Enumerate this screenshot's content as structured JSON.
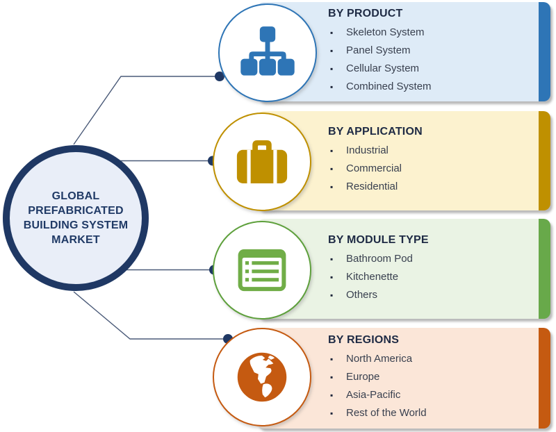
{
  "hub": {
    "title": "GLOBAL PREFABRICATED BUILDING SYSTEM MARKET",
    "lines": [
      "GLOBAL",
      "PREFABRICATED",
      "BUILDING SYSTEM",
      "MARKET"
    ],
    "fill_color": "#E9EEF8",
    "border_color": "#1F3864",
    "text_color": "#203A66"
  },
  "connector": {
    "line_color": "#4A5A78",
    "dot_color": "#1F3864"
  },
  "categories": [
    {
      "label": "BY PRODUCT",
      "icon": "sitemap-icon",
      "items": [
        "Skeleton System",
        "Panel System",
        "Cellular System",
        "Combined System"
      ],
      "colors": {
        "bg": "#DEEBF7",
        "bar": "#2E75B6",
        "icon": "#2E75B6"
      }
    },
    {
      "label": "BY APPLICATION",
      "icon": "briefcase-icon",
      "items": [
        "Industrial",
        "Commercial",
        "Residential"
      ],
      "colors": {
        "bg": "#FCF2CF",
        "bar": "#BF9000",
        "icon": "#BF9000"
      }
    },
    {
      "label": "BY MODULE TYPE",
      "icon": "list-icon",
      "items": [
        "Bathroom Pod",
        "Kitchenette",
        "Others"
      ],
      "colors": {
        "bg": "#EAF3E4",
        "bar": "#68A94A",
        "icon": "#70AD47"
      }
    },
    {
      "label": "BY REGIONS",
      "icon": "globe-americas-icon",
      "items": [
        "North America",
        "Europe",
        "Asia-Pacific",
        "Rest of the World"
      ],
      "colors": {
        "bg": "#FBE6D8",
        "bar": "#C55A11",
        "icon": "#C55A11"
      }
    }
  ]
}
